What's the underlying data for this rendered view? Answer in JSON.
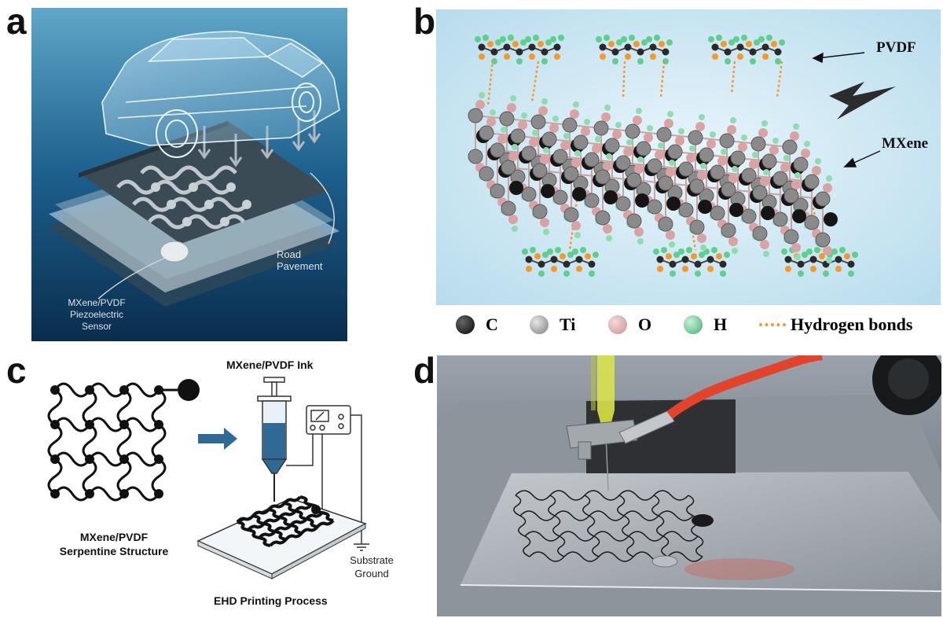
{
  "panels": {
    "a": {
      "letter": "a",
      "road_label": "Road Pavement",
      "sensor_label_lines": [
        "MXene/PVDF",
        "Piezoelectric",
        "Sensor"
      ]
    },
    "b": {
      "letter": "b",
      "pvdf_label": "PVDF",
      "mxene_label": "MXene",
      "legend": [
        {
          "symbol": "C",
          "color": "#151515"
        },
        {
          "symbol": "Ti",
          "color": "#8a8a8a"
        },
        {
          "symbol": "O",
          "color": "#d9a3a3"
        },
        {
          "symbol": "H",
          "color": "#5fcf8f"
        },
        {
          "symbol": "Hydrogen bonds",
          "color": "#f39a2b"
        }
      ]
    },
    "c": {
      "letter": "c",
      "ink_label": "MXene/PVDF Ink",
      "structure_label_lines": [
        "MXene/PVDF",
        "Serpentine Structure"
      ],
      "substrate_label_lines": [
        "Substrate",
        "Ground"
      ],
      "process_label": "EHD Printing Process"
    },
    "d": {
      "letter": "d"
    }
  },
  "colors": {
    "panel_a_bg": "#0b3a5e",
    "panel_b_bg": "#cfe7f5",
    "orange": "#f39a2b",
    "tube_red": "#e2432a",
    "syringe_yellow": "#d8e24a"
  }
}
